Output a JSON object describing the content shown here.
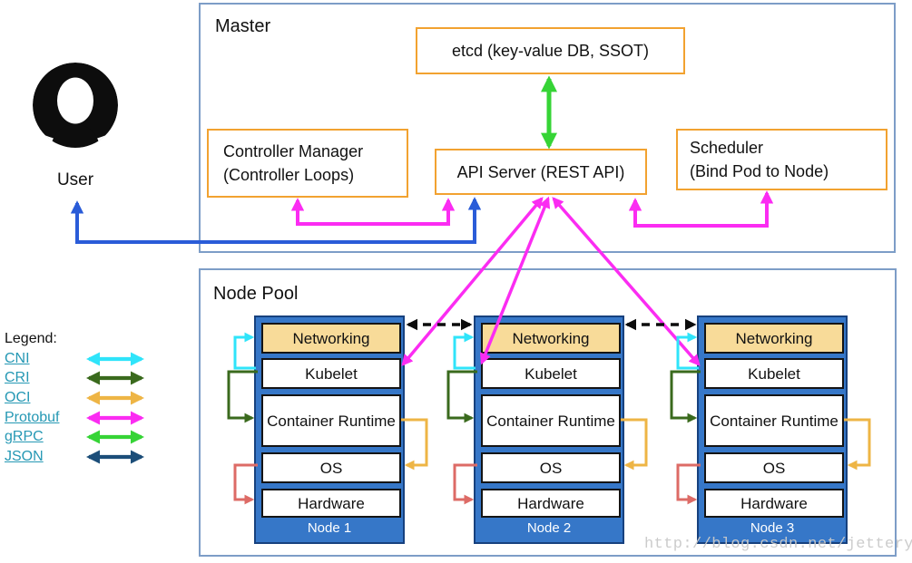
{
  "user": {
    "label": "User"
  },
  "master": {
    "title": "Master",
    "etcd": {
      "label": "etcd (key-value DB, SSOT)"
    },
    "controller_manager": {
      "line1": "Controller Manager",
      "line2": "(Controller Loops)"
    },
    "api_server": {
      "label": "API Server (REST API)"
    },
    "scheduler": {
      "line1": "Scheduler",
      "line2": "(Bind Pod to Node)"
    }
  },
  "node_pool": {
    "title": "Node Pool",
    "layers": [
      "Networking",
      "Kubelet",
      "Container Runtime",
      "OS",
      "Hardware"
    ],
    "nodes": [
      {
        "name": "Node 1"
      },
      {
        "name": "Node 2"
      },
      {
        "name": "Node 3"
      }
    ]
  },
  "legend": {
    "title": "Legend:",
    "items": [
      {
        "label": "CNI",
        "color_key": "cyan"
      },
      {
        "label": "CRI",
        "color_key": "dark_green"
      },
      {
        "label": "OCI",
        "color_key": "gold"
      },
      {
        "label": "Protobuf",
        "color_key": "magenta"
      },
      {
        "label": "gRPC",
        "color_key": "green"
      },
      {
        "label": "JSON",
        "color_key": "navy"
      }
    ]
  },
  "watermark": "http://blog.csdn.net/jettery",
  "colors": {
    "magenta": "#fb2cf2",
    "blue": "#2a5cd8",
    "green": "#36d436",
    "cyan": "#2fe4fa",
    "dark_green": "#3a6a1d",
    "gold": "#eeb545",
    "red": "#dd6b66",
    "black": "#0c0c0c",
    "navy": "#1c4e79",
    "link_teal": "#2598b4",
    "orange_box_border": "#f2a230",
    "container_border": "#7d9dc7",
    "node_fill": "#3677c8",
    "node_border": "#17417e",
    "networking_fill": "#f8db99",
    "watermark_gray": "#c9c9c9"
  }
}
